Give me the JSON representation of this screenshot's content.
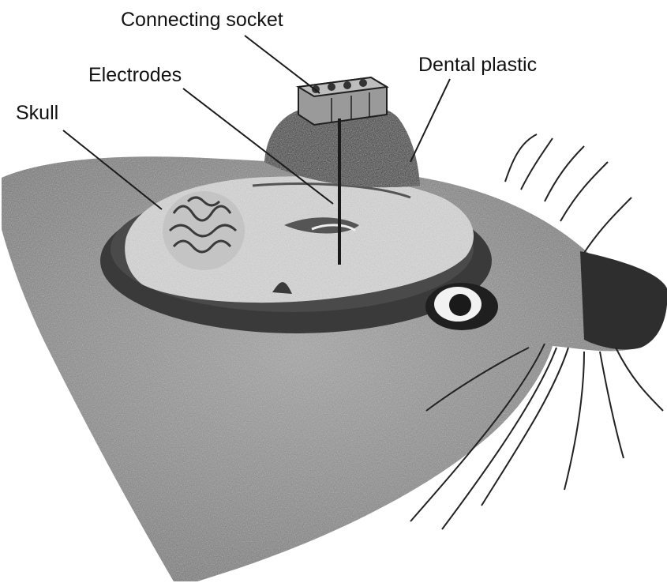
{
  "labels": {
    "connecting_socket": "Connecting socket",
    "electrodes": "Electrodes",
    "dental_plastic": "Dental plastic",
    "skull": "Skull"
  },
  "colors": {
    "fur": "#8f8f8f",
    "fur_dark": "#6e6e6e",
    "skull_rim": "#3a3a3a",
    "brain": "#d9d9d9",
    "cerebellum": "#c4c4c4",
    "dental_plastic": "#2b2b2b",
    "socket": "#9a9a9a",
    "line": "#1a1a1a"
  }
}
